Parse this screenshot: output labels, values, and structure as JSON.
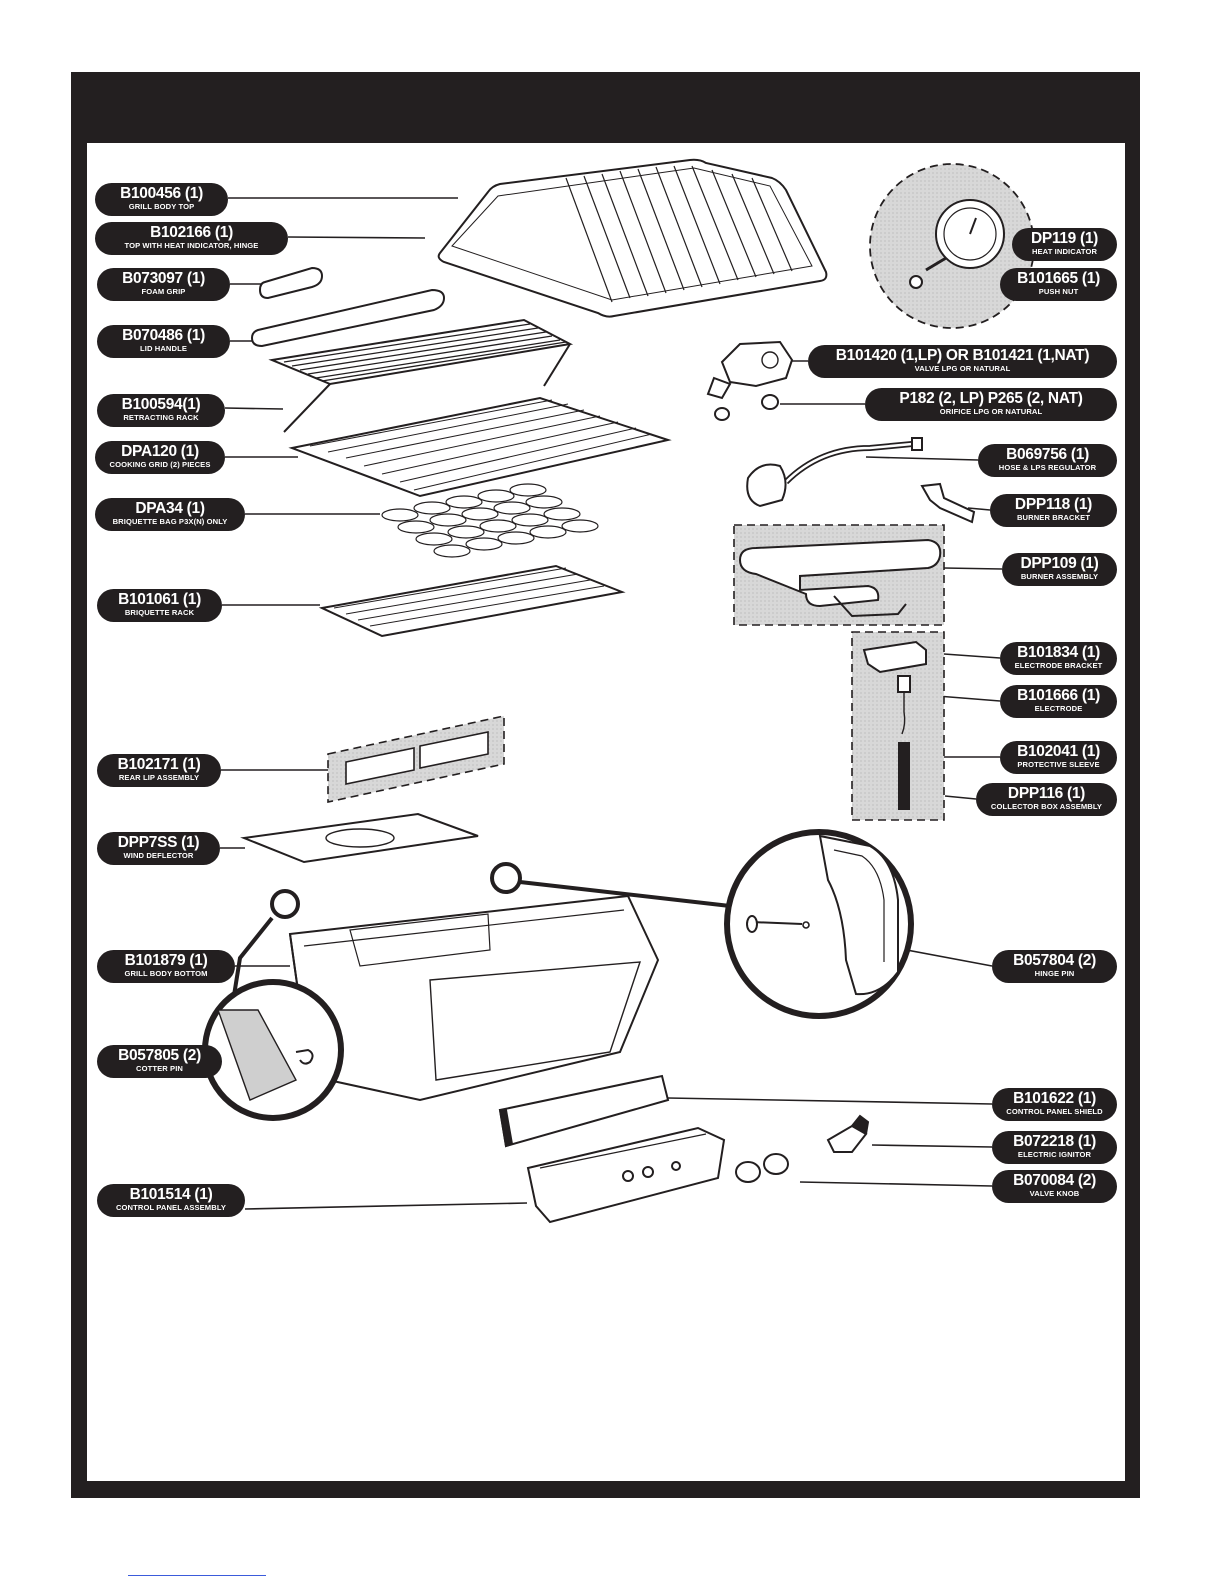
{
  "parts": [
    {
      "code": "B100456 (1)",
      "desc": "GRILL BODY TOP"
    },
    {
      "code": "B102166 (1)",
      "desc": "TOP WITH HEAT INDICATOR, HINGE"
    },
    {
      "code": "B073097 (1)",
      "desc": "FOAM GRIP"
    },
    {
      "code": "B070486 (1)",
      "desc": "LID HANDLE"
    },
    {
      "code": "B100594(1)",
      "desc": "RETRACTING RACK"
    },
    {
      "code": "DPA120 (1)",
      "desc": "COOKING GRID (2) PIECES"
    },
    {
      "code": "DPA34 (1)",
      "desc": "BRIQUETTE BAG P3X(N) ONLY"
    },
    {
      "code": "B101061 (1)",
      "desc": "BRIQUETTE RACK"
    },
    {
      "code": "B102171 (1)",
      "desc": "REAR LIP ASSEMBLY"
    },
    {
      "code": "DPP7SS (1)",
      "desc": "WIND DEFLECTOR"
    },
    {
      "code": "B101879 (1)",
      "desc": "GRILL BODY BOTTOM"
    },
    {
      "code": "B057805 (2)",
      "desc": "COTTER PIN"
    },
    {
      "code": "B101514 (1)",
      "desc": "CONTROL PANEL ASSEMBLY"
    },
    {
      "code": "DP119 (1)",
      "desc": "HEAT INDICATOR"
    },
    {
      "code": "B101665 (1)",
      "desc": "PUSH NUT"
    },
    {
      "code": "B101420  (1,LP)  OR B101421 (1,NAT)",
      "desc": "VALVE LPG OR NATURAL"
    },
    {
      "code": "P182 (2, LP)  P265 (2, NAT)",
      "desc": "ORIFICE LPG OR NATURAL"
    },
    {
      "code": "B069756 (1)",
      "desc": "HOSE & LPS REGULATOR"
    },
    {
      "code": "DPP118 (1)",
      "desc": "BURNER BRACKET"
    },
    {
      "code": "DPP109 (1)",
      "desc": "BURNER ASSEMBLY"
    },
    {
      "code": "B101834 (1)",
      "desc": "ELECTRODE BRACKET"
    },
    {
      "code": "B101666 (1)",
      "desc": "ELECTRODE"
    },
    {
      "code": "B102041 (1)",
      "desc": "PROTECTIVE SLEEVE"
    },
    {
      "code": "DPP116 (1)",
      "desc": "COLLECTOR BOX ASSEMBLY"
    },
    {
      "code": "B057804 (2)",
      "desc": "HINGE PIN"
    },
    {
      "code": "B101622 (1)",
      "desc": "CONTROL PANEL SHIELD"
    },
    {
      "code": "B072218 (1)",
      "desc": "ELECTRIC IGNITOR"
    },
    {
      "code": "B070084 (2)",
      "desc": "VALVE KNOB"
    }
  ]
}
